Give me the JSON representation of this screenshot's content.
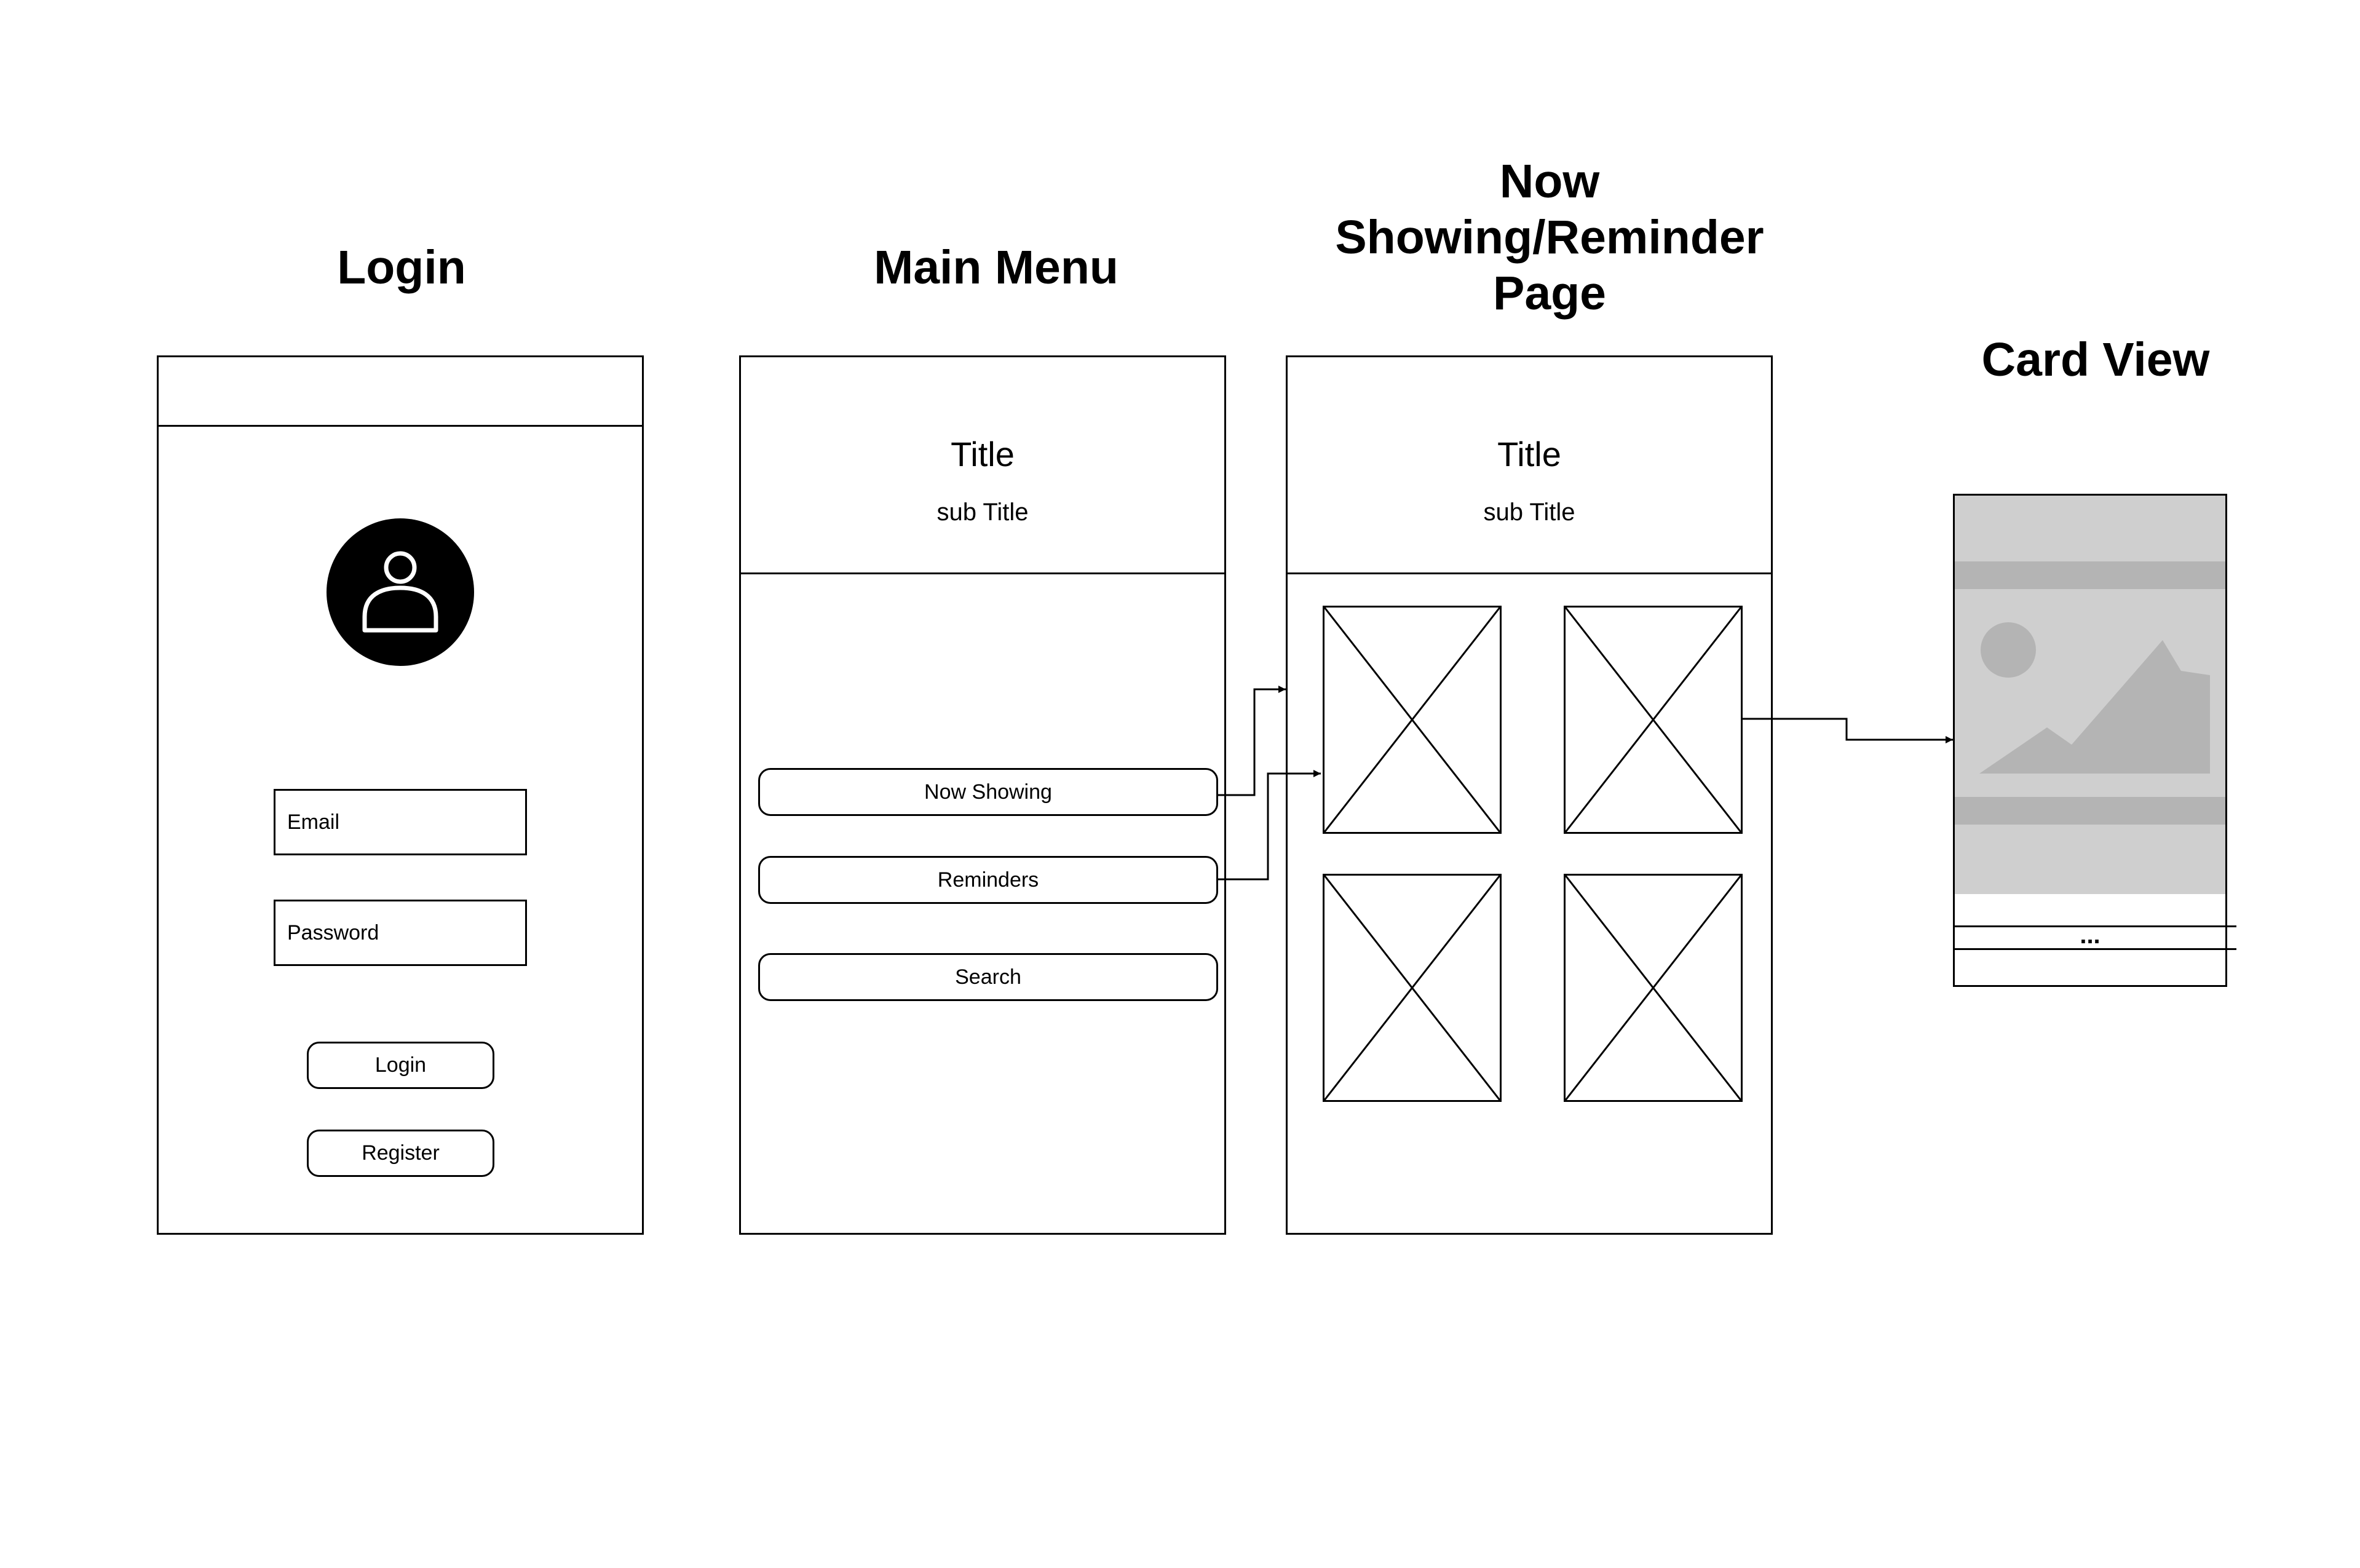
{
  "headings": {
    "login": "Login",
    "main_menu": "Main Menu",
    "now_showing_page": [
      "Now",
      "Showing/Reminder",
      "Page"
    ],
    "card_view": "Card View"
  },
  "login_screen": {
    "avatar_icon": "user-icon",
    "email_placeholder": "Email",
    "password_placeholder": "Password",
    "login_button": "Login",
    "register_button": "Register"
  },
  "main_menu_screen": {
    "title": "Title",
    "subtitle": "sub Title",
    "buttons": [
      "Now Showing",
      "Reminders",
      "Search"
    ]
  },
  "now_showing_screen": {
    "title": "Title",
    "subtitle": "sub Title",
    "image_placeholder_count": 4
  },
  "card_view": {
    "image_icon": "image-placeholder-icon",
    "more_label": "..."
  },
  "colors": {
    "stroke": "#000000",
    "card_light": "#cfcfcf",
    "card_band": "#b4b4b4"
  }
}
